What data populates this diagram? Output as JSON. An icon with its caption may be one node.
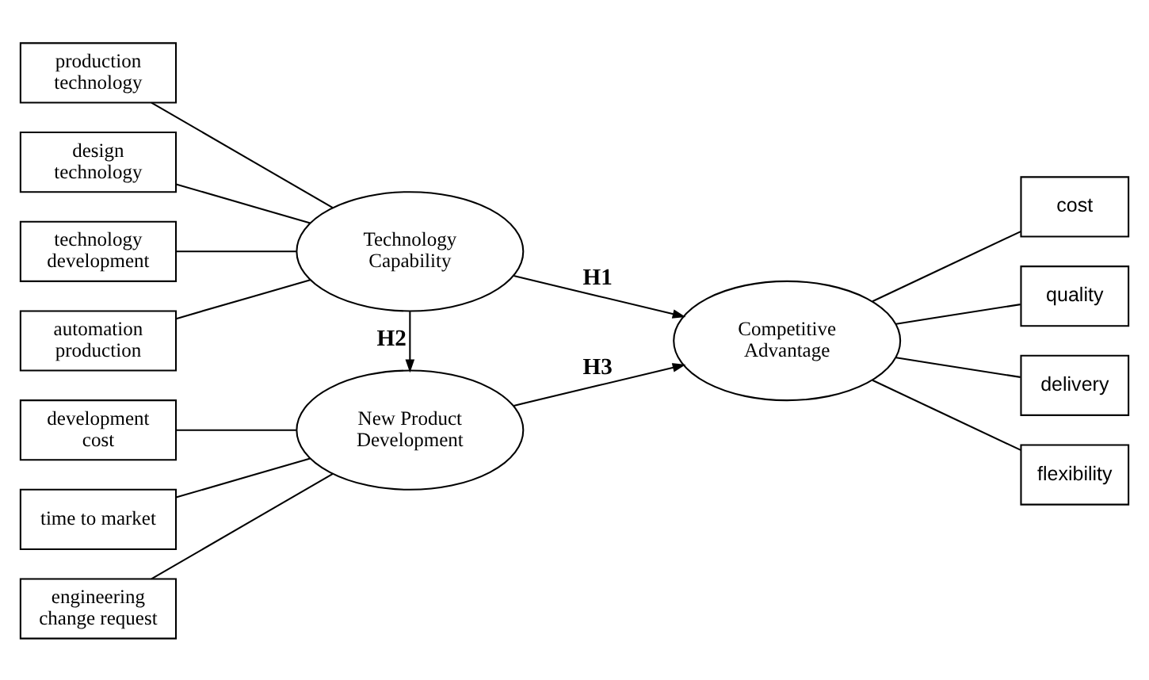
{
  "diagram": {
    "nodes": [
      {
        "text": [
          "automation production"
        ]
      },
      {
        "text": [
          "production technology"
        ]
      },
      {
        "text": [
          "design technology"
        ]
      },
      {
        "text": [
          "technology development"
        ]
      },
      {
        "text": [
          "Technology Capability"
        ]
      },
      {
        "text": [
          "time to market"
        ]
      },
      {
        "text": [
          "engineering change request"
        ]
      },
      {
        "text": [
          "development cost"
        ]
      },
      {
        "text": [
          "New Product Development"
        ]
      },
      {
        "text": [
          "Competitive Advantage"
        ]
      },
      {
        "text": [
          "cost"
        ]
      },
      {
        "text": [
          "quality"
        ]
      },
      {
        "text": [
          "delivery"
        ]
      },
      {
        "text": [
          "flexibility"
        ]
      }
    ],
    "edges": [
      {
        "from": 0,
        "to": 4,
        "arrow": "none"
      },
      {
        "from": 1,
        "to": 4,
        "arrow": "none"
      },
      {
        "from": 2,
        "to": 4,
        "arrow": "none"
      },
      {
        "from": 3,
        "to": 4,
        "arrow": "none"
      },
      {
        "from": 4,
        "to": 9,
        "arrow": "to",
        "label": "H1"
      },
      {
        "from": 4,
        "to": 8,
        "arrow": "to",
        "label": "H2"
      },
      {
        "from": 5,
        "to": 8,
        "arrow": "none"
      },
      {
        "from": 6,
        "to": 8,
        "arrow": "none"
      },
      {
        "from": 7,
        "to": 8,
        "arrow": "none"
      },
      {
        "from": 8,
        "to": 9,
        "arrow": "to",
        "label": "H3"
      },
      {
        "from": 9,
        "to": 10,
        "arrow": "none"
      },
      {
        "from": 9,
        "to": 11,
        "arrow": "none"
      },
      {
        "from": 9,
        "to": 12,
        "arrow": "none"
      },
      {
        "from": 9,
        "to": 13,
        "arrow": "none"
      }
    ]
  }
}
